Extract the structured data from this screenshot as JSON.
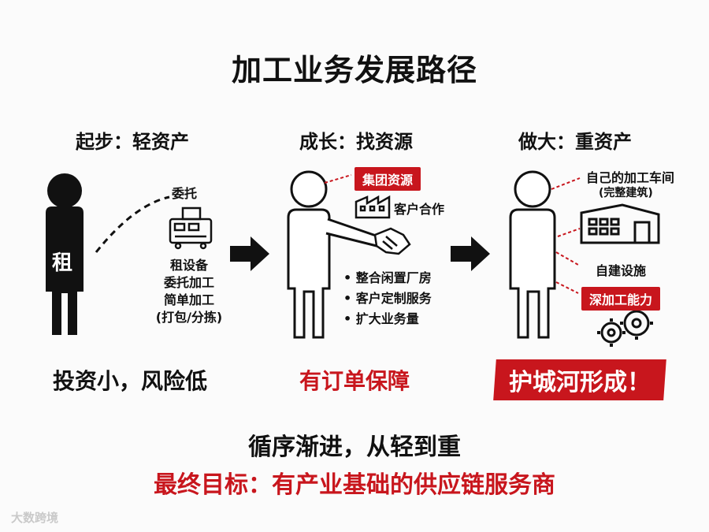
{
  "title": "加工业务发展路径",
  "stages": [
    {
      "heading": "起步：轻资产",
      "person_label": "租",
      "link_label": "委托",
      "items": [
        "租设备",
        "委托加工",
        "简单加工",
        "(打包/分拣)"
      ],
      "bottom": "投资小，风险低",
      "icons": [
        "person-silhouette-icon",
        "equipment-icon"
      ]
    },
    {
      "heading": "成长：找资源",
      "tag": "集团资源",
      "partner_label": "客户合作",
      "bullets": [
        "整合闲置厂房",
        "客户定制服务",
        "扩大业务量"
      ],
      "bottom": "有订单保障",
      "icons": [
        "person-outline-icon",
        "factory-icon",
        "handshake-icon"
      ]
    },
    {
      "heading": "做大：重资产",
      "workshop_label": "自己的加工车间",
      "workshop_sub": "(完整建筑)",
      "facility_label": "自建设施",
      "tag": "深加工能力",
      "bottom": "护城河形成！",
      "icons": [
        "person-outline-icon",
        "warehouse-icon",
        "gears-icon"
      ]
    }
  ],
  "summary": "循序渐进，从轻到重",
  "goal": "最终目标：有产业基础的供应链服务商",
  "watermark": "大数跨境",
  "colors": {
    "accent": "#c8161d",
    "ink": "#111111",
    "background": "#fbfbfb"
  }
}
